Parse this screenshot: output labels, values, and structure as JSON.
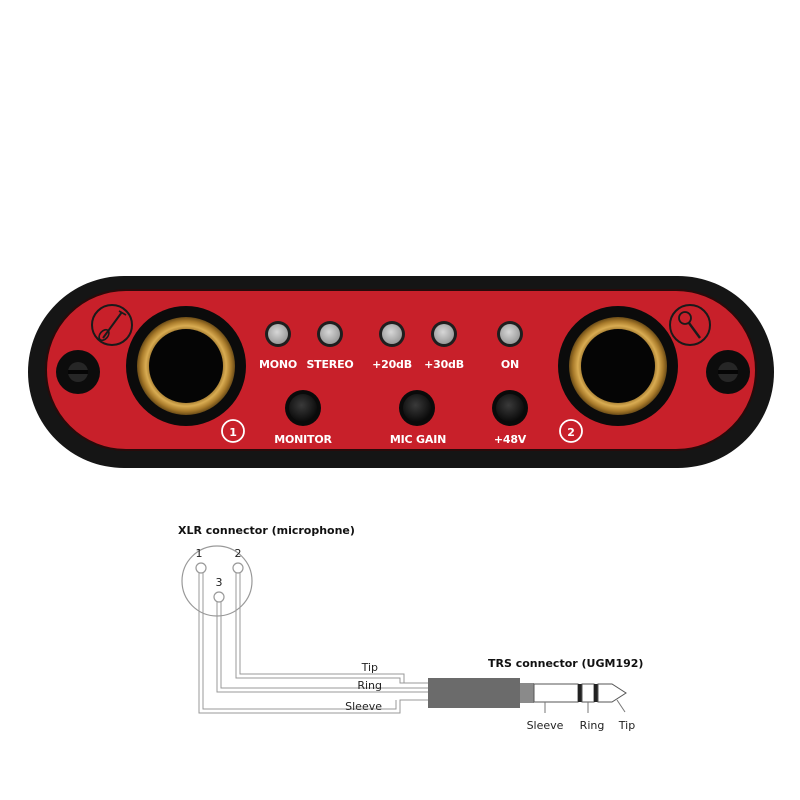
{
  "device": {
    "led_labels": [
      "MONO",
      "STEREO",
      "+20dB",
      "+30dB",
      "ON"
    ],
    "button_labels": [
      "MONITOR",
      "MIC GAIN",
      "+48V"
    ],
    "channel_numbers": [
      "1",
      "2"
    ],
    "icons": [
      "guitar-icon",
      "microphone-icon"
    ],
    "colors": {
      "panel": "#c8202a",
      "body": "#141414",
      "jack_gold": "#b8892f"
    }
  },
  "diagram": {
    "xlr_title": "XLR connector (microphone)",
    "trs_title": "TRS connector (UGM192)",
    "xlr_pins": [
      "1",
      "2",
      "3"
    ],
    "wire_labels": [
      "Tip",
      "Ring",
      "Sleeve"
    ],
    "plug_labels": [
      "Sleeve",
      "Ring",
      "Tip"
    ]
  }
}
